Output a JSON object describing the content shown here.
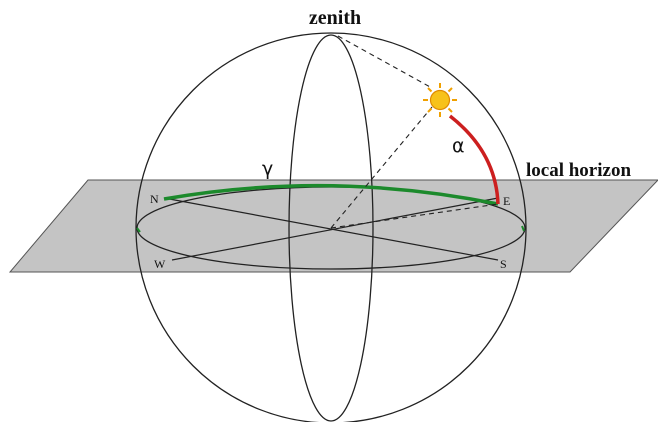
{
  "labels": {
    "zenith": "zenith",
    "local_horizon": "local horizon",
    "azimuth_symbol": "γ",
    "altitude_symbol": "α"
  },
  "directions": {
    "north": "N",
    "east": "E",
    "west": "W",
    "south": "S"
  },
  "colors": {
    "horizon_plane": "#c4c4c4",
    "azimuth_arc": "#1c8a2c",
    "altitude_arc": "#cc1f1f",
    "sun_core": "#f7c21a",
    "sun_rays": "#f0a000",
    "line": "#222222"
  }
}
